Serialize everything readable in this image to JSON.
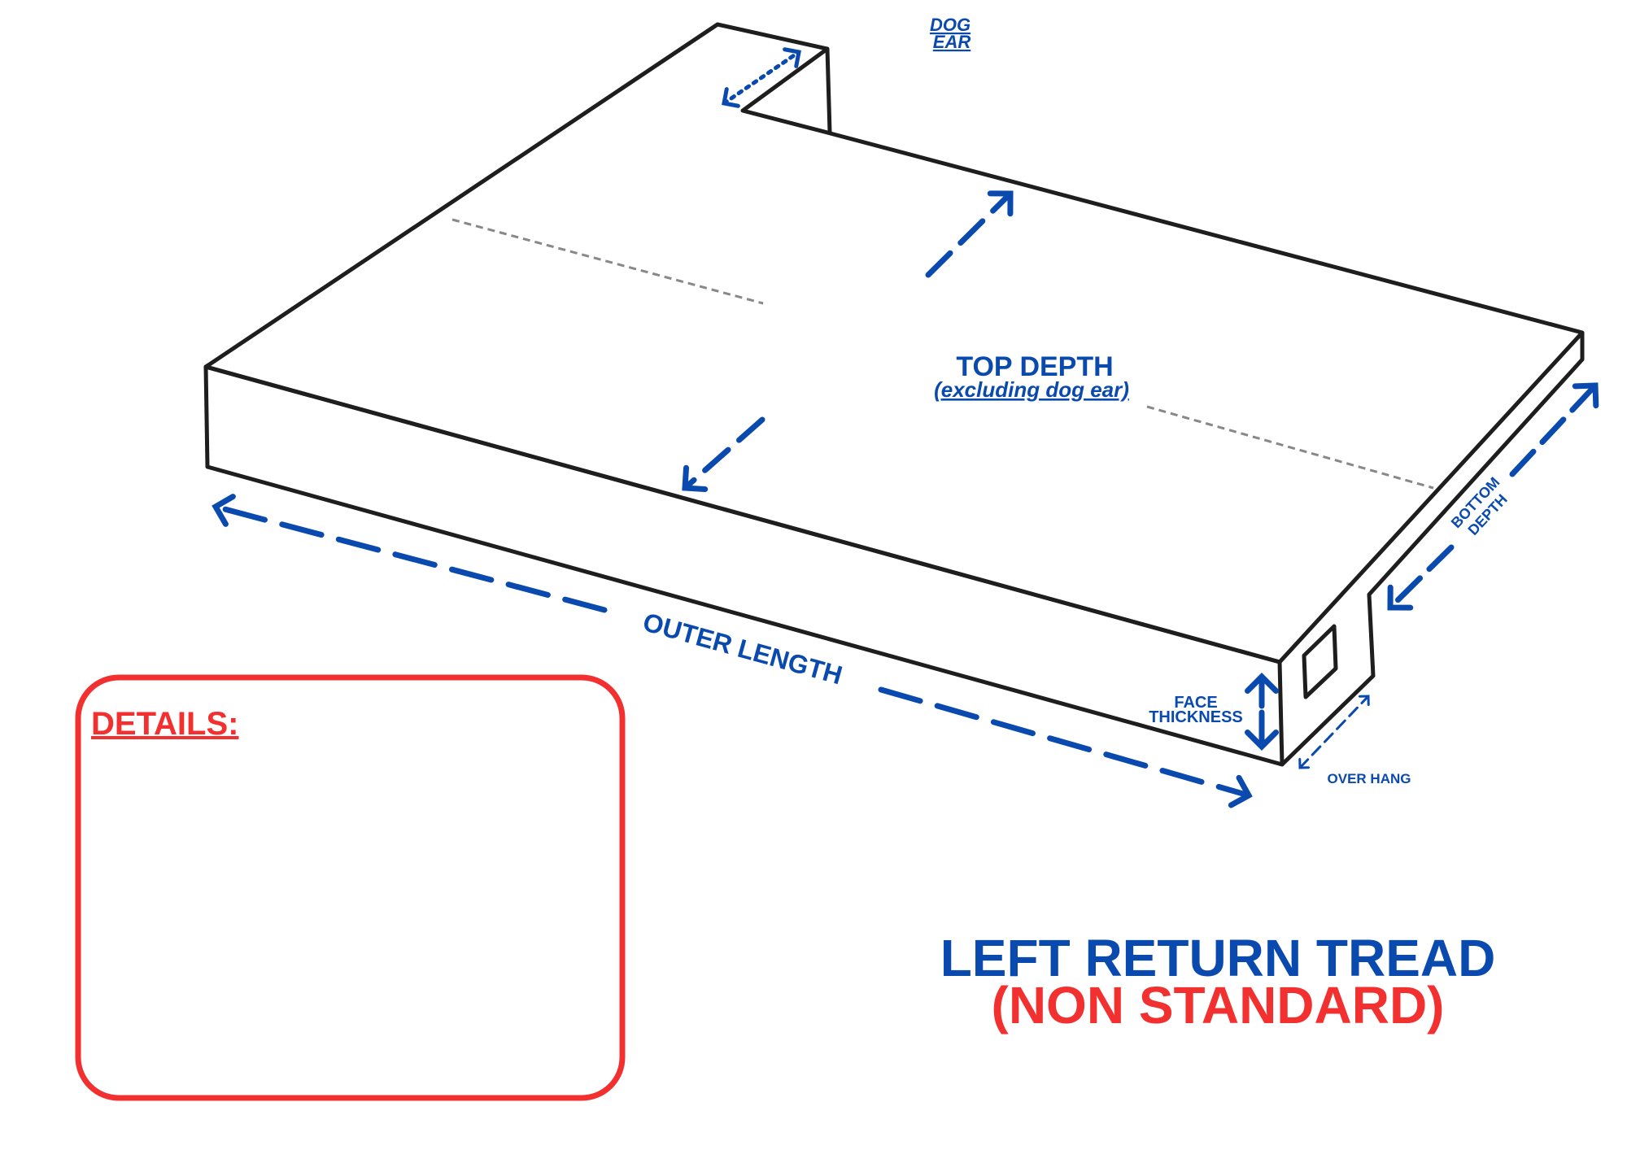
{
  "colors": {
    "blue": "#0a4aae",
    "red": "#f23030",
    "outline": "#1e1e1e"
  },
  "labels": {
    "dog_ear_1": "DOG",
    "dog_ear_2": "EAR",
    "top_depth": "TOP  DEPTH",
    "top_depth_note": "(excluding dog ear)",
    "outer_length": "OUTER LENGTH",
    "bottom_depth_1": "BOTTOM",
    "bottom_depth_2": "DEPTH",
    "face_thickness_1": "FACE",
    "face_thickness_2": "THICKNESS",
    "over_hang": "OVER HANG"
  },
  "details": {
    "heading": "DETAILS:"
  },
  "title": {
    "line1": "LEFT RETURN TREAD",
    "line2": "(NON STANDARD)"
  }
}
